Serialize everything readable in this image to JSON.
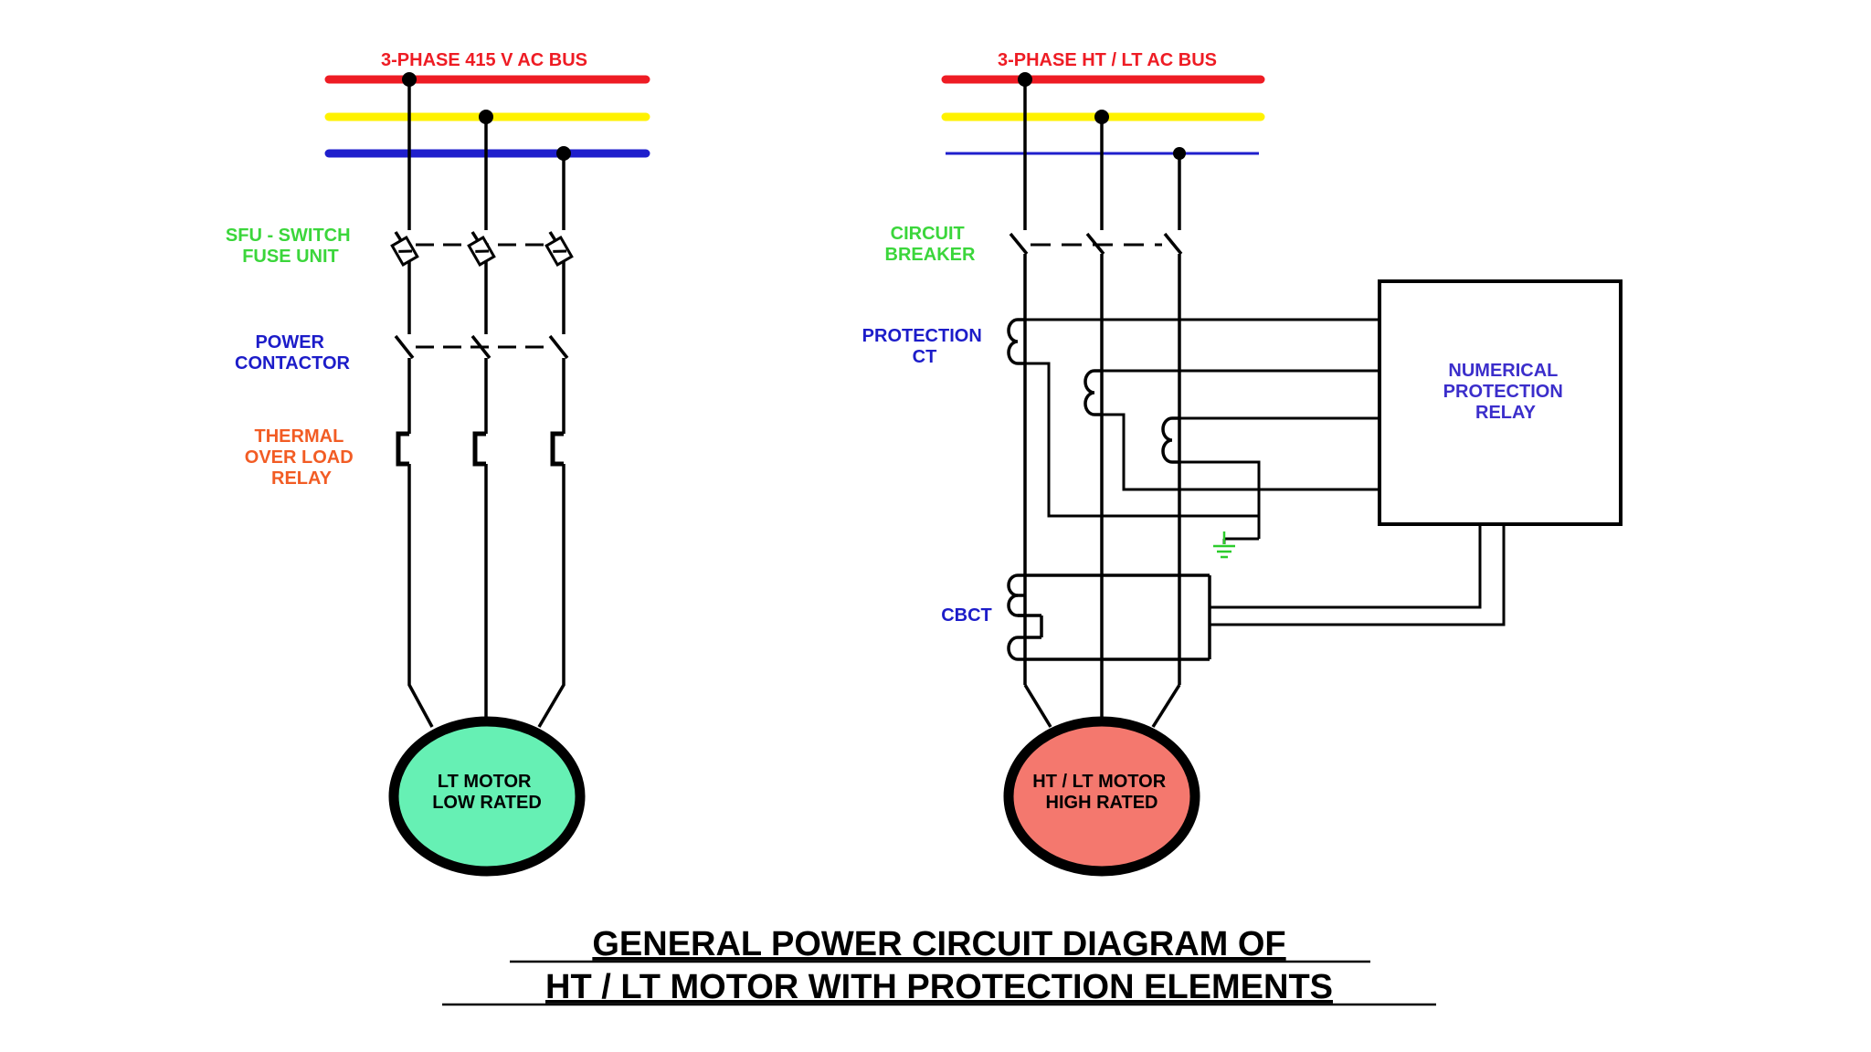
{
  "colors": {
    "phase_r": "#ee1c24",
    "phase_y": "#fff200",
    "phase_b": "#1f1fcc",
    "green_label": "#3bd63b",
    "blue_label": "#1c1cc9",
    "orange_label": "#f25c24",
    "relay_label": "#3b2ecb",
    "lt_motor_fill": "#66f0b4",
    "ht_motor_fill": "#f4786e",
    "earth": "#2ccc2c",
    "line": "#000000"
  },
  "left_circuit": {
    "bus_label": "3-PHASE 415 V AC BUS",
    "sfu_label": [
      "SFU - SWITCH",
      "FUSE UNIT"
    ],
    "contactor_label": [
      "POWER",
      "CONTACTOR"
    ],
    "overload_label": [
      "THERMAL",
      "OVER LOAD",
      "RELAY"
    ],
    "motor_label": [
      "LT MOTOR",
      "LOW RATED"
    ]
  },
  "right_circuit": {
    "bus_label": "3-PHASE HT / LT AC BUS",
    "breaker_label": [
      "CIRCUIT",
      "BREAKER"
    ],
    "ct_label": [
      "PROTECTION",
      "CT"
    ],
    "relay_label": [
      "NUMERICAL",
      "PROTECTION",
      "RELAY"
    ],
    "cbct_label": "CBCT",
    "motor_label": [
      "HT / LT MOTOR",
      "HIGH RATED"
    ]
  },
  "caption": [
    "GENERAL POWER CIRCUIT DIAGRAM OF",
    "HT / LT MOTOR  WITH PROTECTION ELEMENTS"
  ]
}
